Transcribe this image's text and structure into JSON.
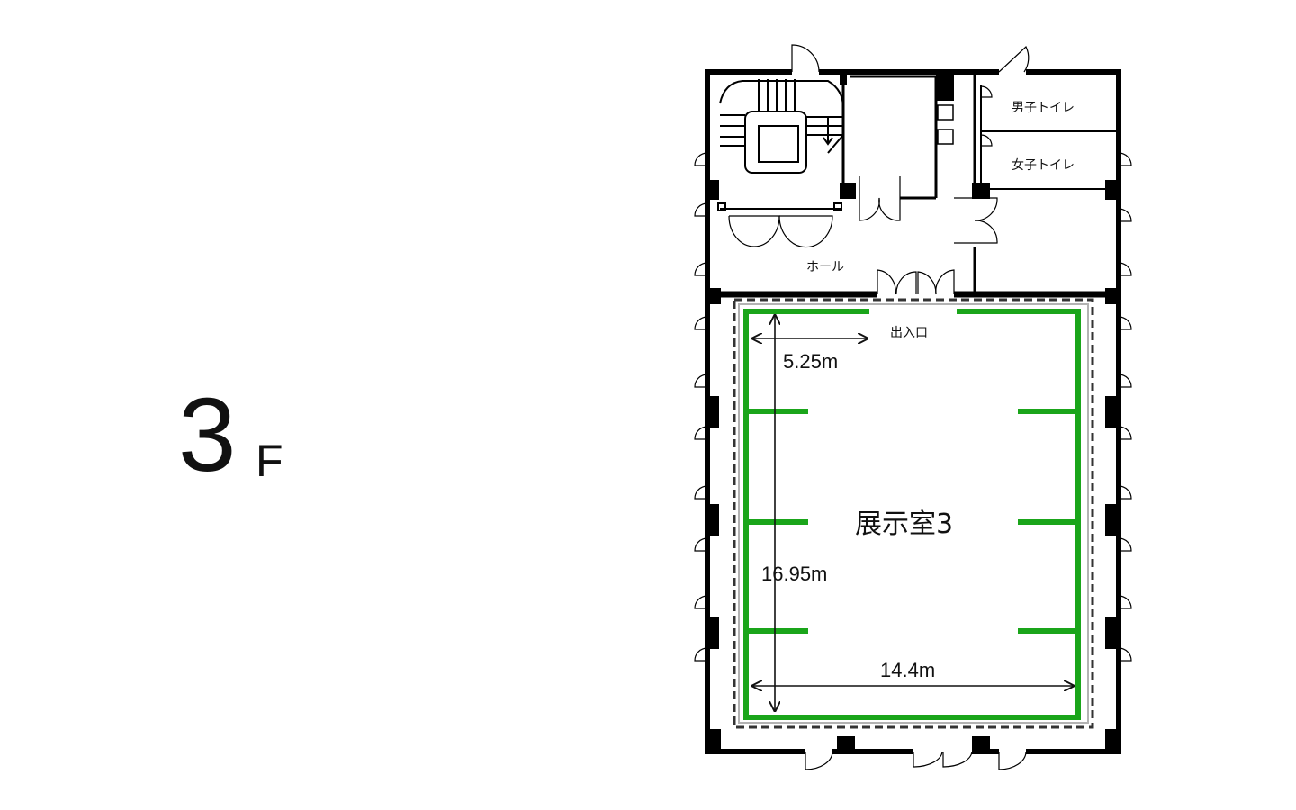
{
  "floor": {
    "number": "3",
    "suffix": "F"
  },
  "rooms": {
    "exhibition": "展示室3",
    "hall": "ホール",
    "entrance": "出入口",
    "mens_toilet": "男子トイレ",
    "womens_toilet": "女子トイレ"
  },
  "dimensions": {
    "opening_width": "5.25m",
    "room_depth": "16.95m",
    "room_width": "14.4m"
  },
  "colors": {
    "wall": "#000000",
    "display_panel": "#1aa51a",
    "dashed_border": "#333333",
    "grey_border": "#b3b3b3"
  }
}
